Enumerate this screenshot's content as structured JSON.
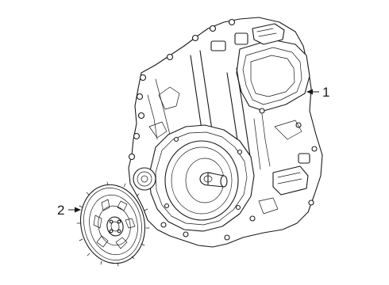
{
  "diagram": {
    "callouts": [
      {
        "id": "1",
        "label": "1",
        "part": "transaxle-assembly"
      },
      {
        "id": "2",
        "label": "2",
        "part": "flywheel-drive-plate"
      }
    ]
  }
}
